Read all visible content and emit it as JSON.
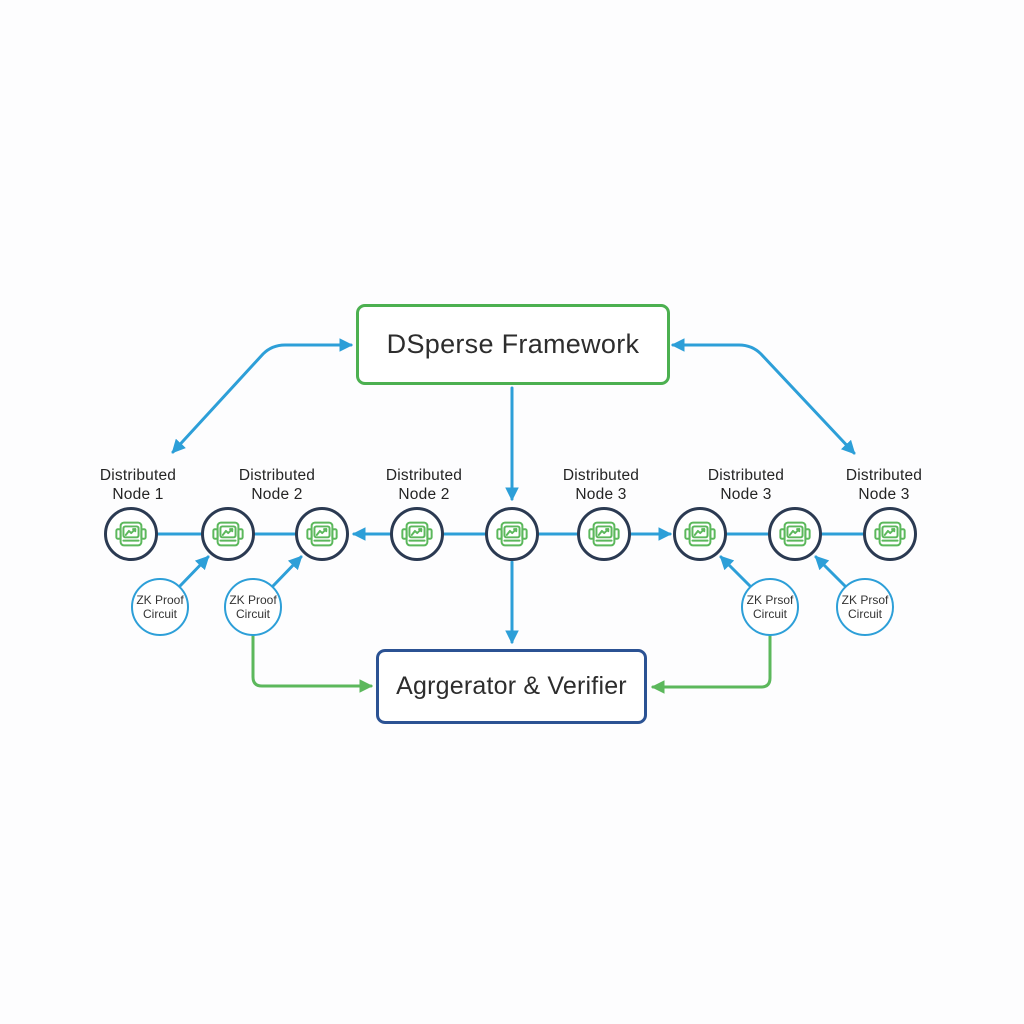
{
  "diagram": {
    "title_box": {
      "label": "DSperse Framework"
    },
    "aggregator_box": {
      "label": "Agrgerator & Verifier"
    },
    "node_icon": "chip-icon",
    "node_labels": [
      {
        "line1": "Distributed",
        "line2": "Node 1"
      },
      {
        "line1": "Distributed",
        "line2": "Node 2"
      },
      {
        "line1": "Distributed",
        "line2": "Node 2"
      },
      {
        "line1": "Distributed",
        "line2": "Node 3"
      },
      {
        "line1": "Distributed",
        "line2": "Node 3"
      },
      {
        "line1": "Distributed",
        "line2": "Node 3"
      }
    ],
    "zk_circles": [
      {
        "line1": "ZK Proof",
        "line2": "Circuit"
      },
      {
        "line1": "ZK Proof",
        "line2": "Circuit"
      },
      {
        "line1": "ZK Prsof",
        "line2": "Circuit"
      },
      {
        "line1": "ZK Prsof",
        "line2": "Circuit"
      }
    ],
    "colors": {
      "blue": "#2d9fd8",
      "green": "#5cb85c",
      "green_border": "#4cb050",
      "navy": "#2b3a52",
      "dark_blue": "#2b5293",
      "text": "#2d2d2d"
    }
  }
}
